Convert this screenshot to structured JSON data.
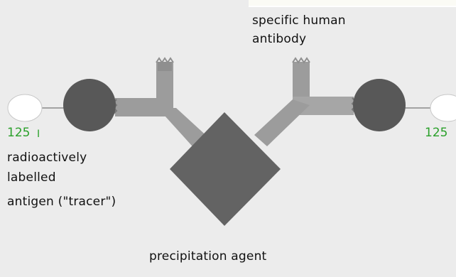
{
  "labels": {
    "antibody_line1": "specific human",
    "antibody_line2": "antibody",
    "tracer_line1": "radioactively",
    "tracer_line2": "labelled",
    "tracer_line3": "antigen (\"tracer\")",
    "precipitation_agent": "precipitation agent",
    "isotope_left_number": "125",
    "isotope_left_letter": "I",
    "isotope_right_number": "125"
  },
  "colors": {
    "background_panel": "#ececec",
    "label_box": "#fbfbf5",
    "antigen_circle": "#585858",
    "precipitation_agent": "#626262",
    "antibody_shaft": "#999999",
    "isotope_oval": "#ffffff",
    "isotope_text": "#2aa02a"
  }
}
